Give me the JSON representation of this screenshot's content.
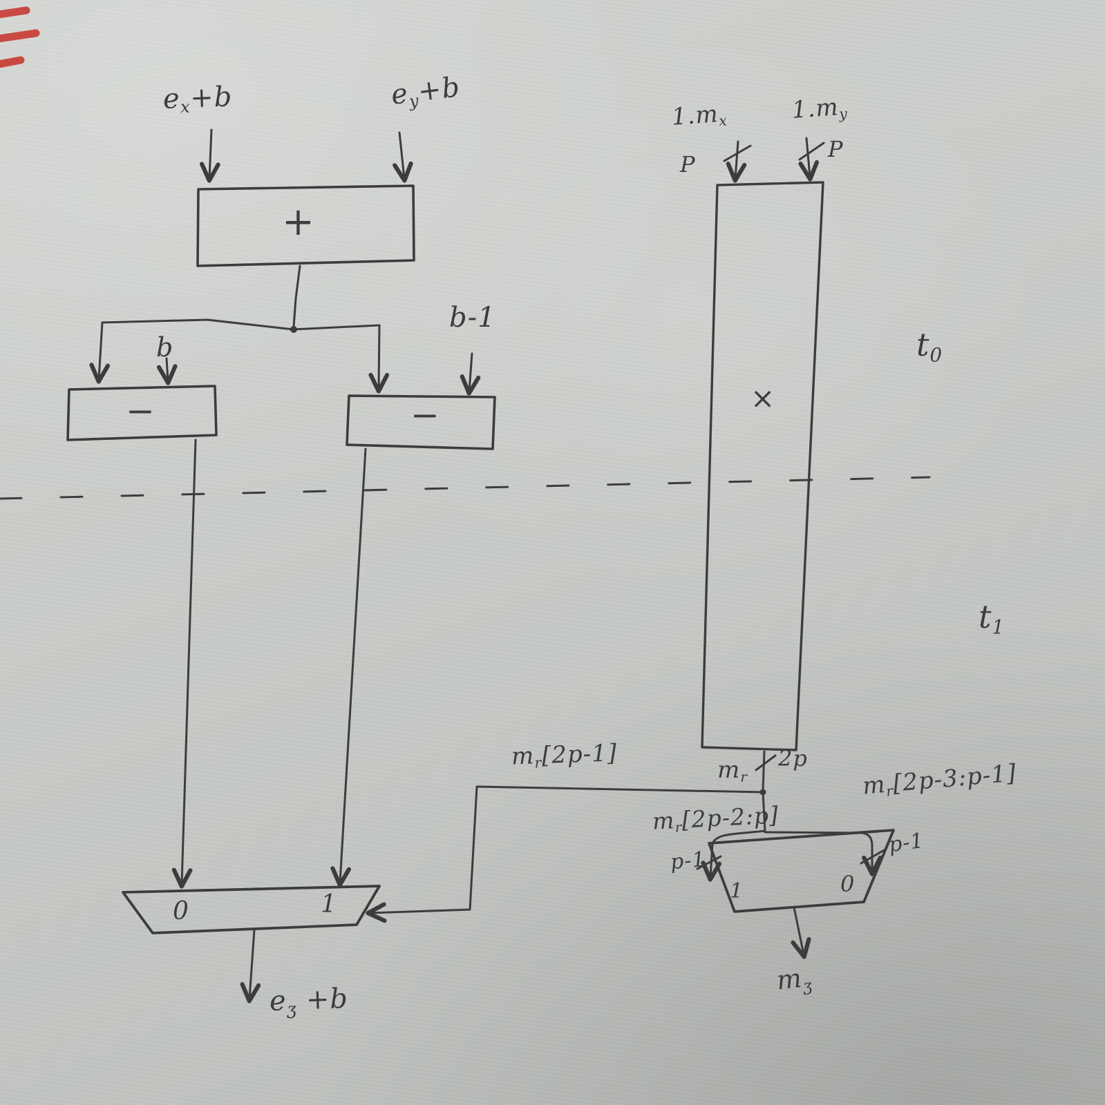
{
  "colors": {
    "ink": "#3c3c3e",
    "paper": "#c9ccc8",
    "red_marks": "#c93a33"
  },
  "stage_labels": {
    "t0": {
      "base": "t",
      "sub": "0"
    },
    "t1": {
      "base": "t",
      "sub": "1"
    }
  },
  "exponent_path": {
    "input_x": {
      "base": "e",
      "sub": "x",
      "rest": "+b"
    },
    "input_y": {
      "base": "e",
      "sub": "y",
      "rest": "+b"
    },
    "adder_op": "+",
    "bias": "b",
    "bias_minus_one": "b-1",
    "subtract_left_op": "−",
    "subtract_right_op": "−",
    "mux_in0": "0",
    "mux_in1": "1",
    "output": {
      "base": "e",
      "sub": "ʒ",
      "rest": " +b"
    }
  },
  "mantissa_path": {
    "input_x": {
      "base": "1.m",
      "sub": "x"
    },
    "input_y": {
      "base": "1.m",
      "sub": "y"
    },
    "width_in_left": "P",
    "width_in_right": "P",
    "mult_op": "×",
    "product": {
      "base": "m",
      "sub": "r"
    },
    "width_product": "2p",
    "msb_tap": {
      "base": "m",
      "sub": "r",
      "rest": "[2p-1]"
    },
    "slice_high": {
      "base": "m",
      "sub": "r",
      "rest": "[2p-2:p]"
    },
    "slice_low": {
      "base": "m",
      "sub": "r",
      "rest": "[2p-3:p-1]"
    },
    "width_slice_left": "p-1",
    "width_slice_right": "p-1",
    "mux_in1": "1",
    "mux_in0": "0",
    "output": {
      "base": "m",
      "sub": "ʒ"
    }
  }
}
